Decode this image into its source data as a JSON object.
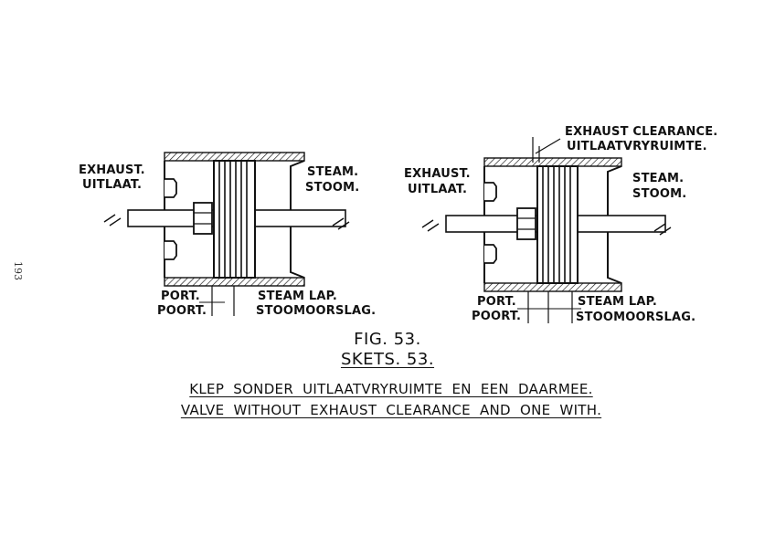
{
  "page_number": "193",
  "left_diagram": {
    "exhaust_en": "EXHAUST.",
    "exhaust_af": "UITLAAT.",
    "steam_en": "STEAM.",
    "steam_af": "STOOM.",
    "port_en": "PORT.",
    "port_af": "POORT.",
    "lap_en": "STEAM LAP.",
    "lap_af": "STOOMOORSLAG."
  },
  "right_diagram": {
    "clearance_en": "EXHAUST CLEARANCE.",
    "clearance_af": "UITLAATVRYRUIMTE.",
    "exhaust_en": "EXHAUST.",
    "exhaust_af": "UITLAAT.",
    "steam_en": "STEAM.",
    "steam_af": "STOOM.",
    "port_en": "PORT.",
    "port_af": "POORT.",
    "lap_en": "STEAM LAP.",
    "lap_af": "STOOMOORSLAG."
  },
  "caption": {
    "fig_en": "FIG. 53.",
    "fig_af": "SKETS. 53.",
    "line_af": "KLEP SONDER UITLAATVRYRUIMTE EN EEN DAARMEE.",
    "line_en": "VALVE WITHOUT EXHAUST CLEARANCE AND ONE WITH."
  },
  "colors": {
    "ink": "#111111",
    "paper": "#ffffff"
  }
}
